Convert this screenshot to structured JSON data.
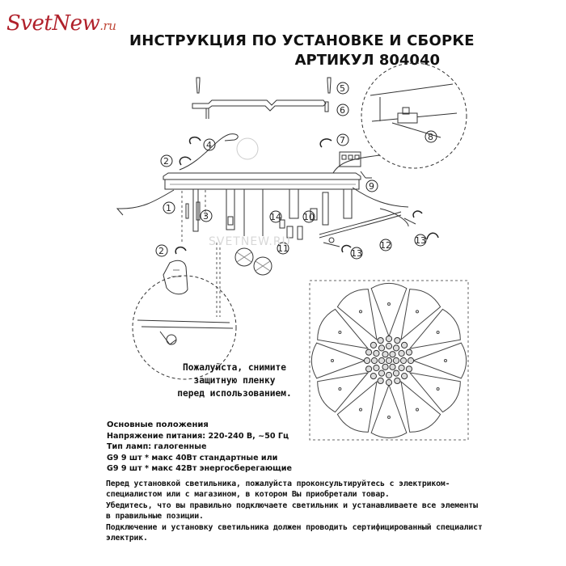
{
  "logo": {
    "part1": "Svet",
    "part2": "New",
    "part3": ".ru"
  },
  "header": {
    "title": "ИНСТРУКЦИЯ ПО УСТАНОВКЕ И СБОРКЕ",
    "article": "АРТИКУЛ 804040"
  },
  "diagram": {
    "callouts": [
      "1",
      "2",
      "3",
      "4",
      "5",
      "6",
      "7",
      "8",
      "9",
      "10",
      "11",
      "12",
      "13",
      "14"
    ],
    "watermark": "SVETNEW.RU"
  },
  "film_note": {
    "line1": "Пожалуйста, снимите",
    "line2": "защитную пленку",
    "line3": "перед использованием."
  },
  "specs": {
    "heading": "Основные положения",
    "voltage": "Напряжение питания: 220-240 В, ~50 Гц",
    "lamp_type": "Тип ламп: галогенные",
    "lamps_standard": "G9  9 шт * макс 40Вт стандартные или",
    "lamps_saving": "G9  9 шт * макс 42Вт энергосберегающие"
  },
  "warning": {
    "p1": "Перед установкой светильника, пожалуйста проконсультируйтесь с электриком-специалистом или с магазином, в котором Вы приобретали товар.",
    "p2": "Убедитесь, что вы правильно подключаете светильник и устанавливаете все элементы в правильные позиции.",
    "p3": "Подключение и установку светильника должен проводить сертифицированный специалист электрик."
  }
}
